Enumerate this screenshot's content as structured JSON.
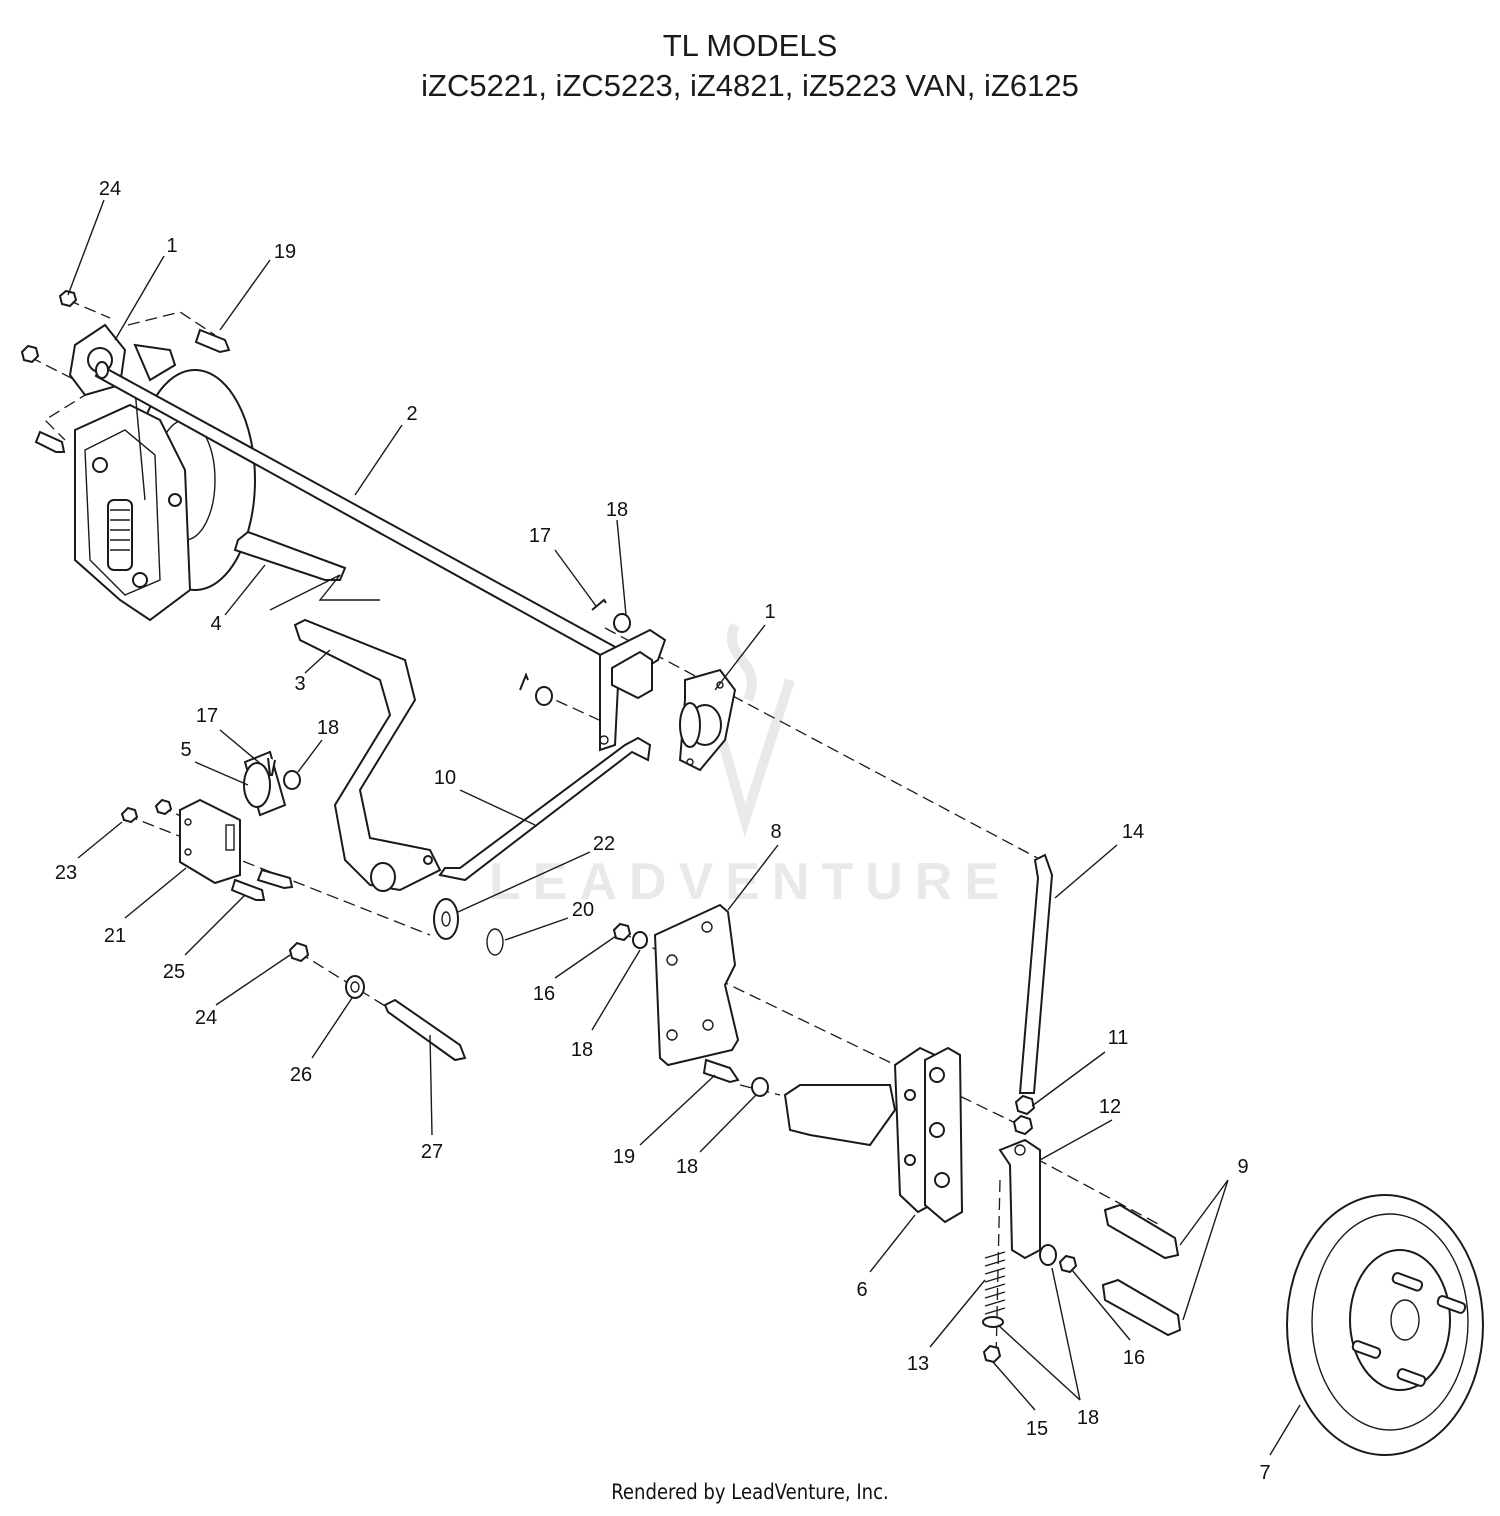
{
  "title": {
    "line1": "TL MODELS",
    "line2": "iZC5221, iZC5223,  iZ4821, iZ5223 VAN,  iZ6125"
  },
  "watermark": "LEADVENTURE",
  "footer": "Rendered by LeadVenture, Inc.",
  "callouts": [
    "24",
    "1",
    "19",
    "2",
    "18",
    "17",
    "1",
    "4",
    "3",
    "17",
    "18",
    "5",
    "10",
    "22",
    "23",
    "21",
    "25",
    "20",
    "8",
    "14",
    "16",
    "18",
    "24",
    "26",
    "27",
    "11",
    "12",
    "19",
    "18",
    "9",
    "6",
    "16",
    "13",
    "18",
    "15",
    "7"
  ]
}
